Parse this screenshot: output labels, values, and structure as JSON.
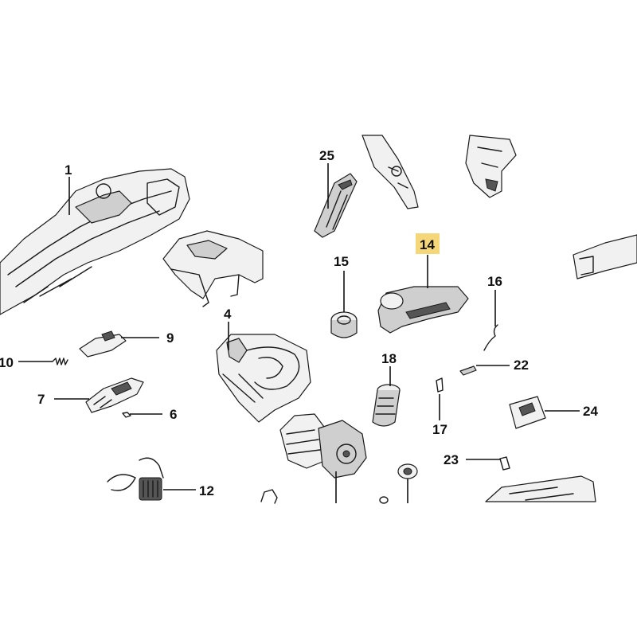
{
  "diagram": {
    "highlight_color": "#f5d77a",
    "callouts": [
      {
        "id": "1",
        "label": "1"
      },
      {
        "id": "4",
        "label": "4"
      },
      {
        "id": "6",
        "label": "6"
      },
      {
        "id": "7",
        "label": "7"
      },
      {
        "id": "9",
        "label": "9"
      },
      {
        "id": "10",
        "label": "10"
      },
      {
        "id": "12",
        "label": "12"
      },
      {
        "id": "14",
        "label": "14",
        "highlighted": true
      },
      {
        "id": "15",
        "label": "15"
      },
      {
        "id": "16",
        "label": "16"
      },
      {
        "id": "17",
        "label": "17"
      },
      {
        "id": "18",
        "label": "18"
      },
      {
        "id": "22",
        "label": "22"
      },
      {
        "id": "23",
        "label": "23"
      },
      {
        "id": "24",
        "label": "24"
      },
      {
        "id": "25",
        "label": "25"
      }
    ]
  }
}
